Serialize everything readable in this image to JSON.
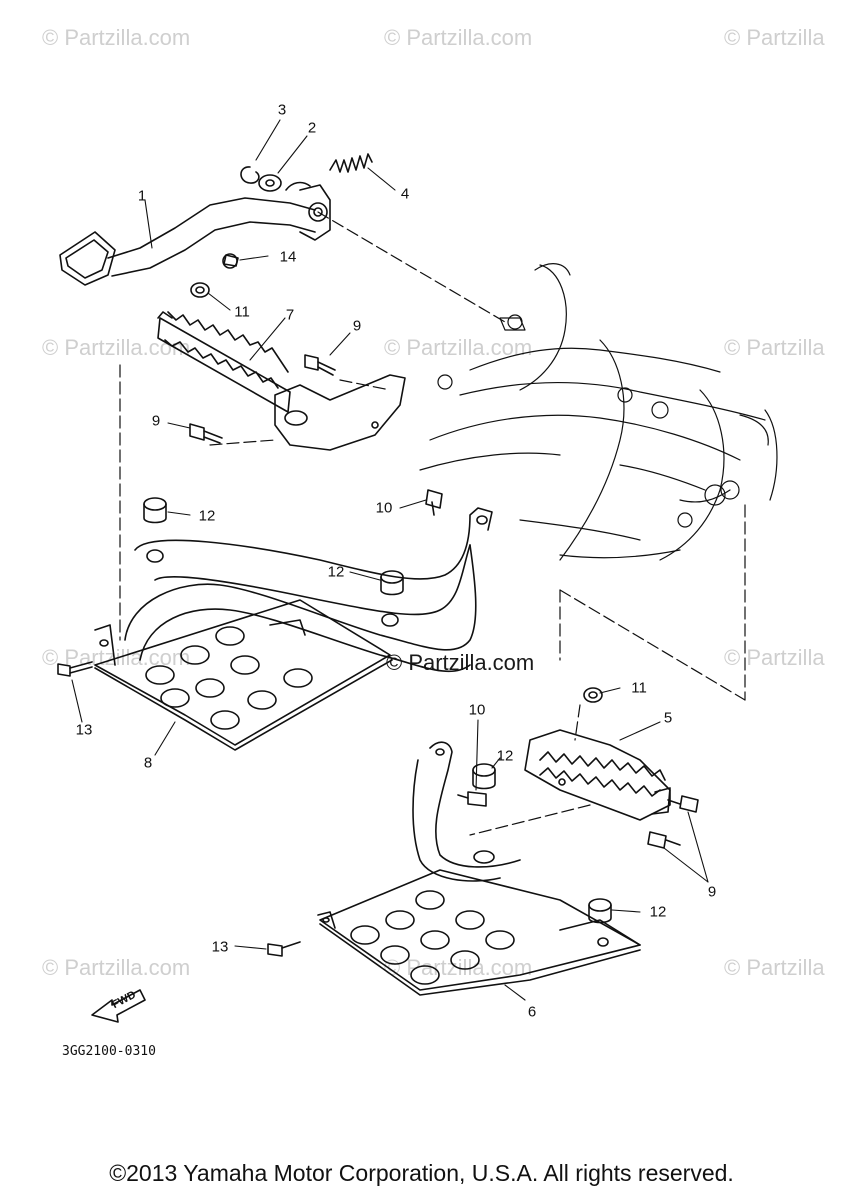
{
  "watermarks": [
    "© Partzilla.com",
    "© Partzilla.com",
    "© Partzilla",
    "© Partzilla.com",
    "© Partzilla.com",
    "© Partzilla",
    "© Partzilla.com",
    "© Partzilla",
    "© Partzilla.com",
    "© Partzilla.com",
    "© Partzilla"
  ],
  "center_watermark": "© Partzilla.com",
  "callouts": {
    "c1": "1",
    "c2": "2",
    "c3": "3",
    "c4": "4",
    "c14": "14",
    "c11a": "11",
    "c7": "7",
    "c9a": "9",
    "c9b": "9",
    "c10a": "10",
    "c12a": "12",
    "c12b": "12",
    "c13a": "13",
    "c8": "8",
    "c11b": "11",
    "c5": "5",
    "c10b": "10",
    "c12c": "12",
    "c9c": "9",
    "c12d": "12",
    "c13b": "13",
    "c6": "6"
  },
  "fwd_label": "FWD",
  "diagram_code": "3GG2100-0310",
  "copyright": "©2013 Yamaha Motor Corporation, U.S.A. All rights reserved."
}
